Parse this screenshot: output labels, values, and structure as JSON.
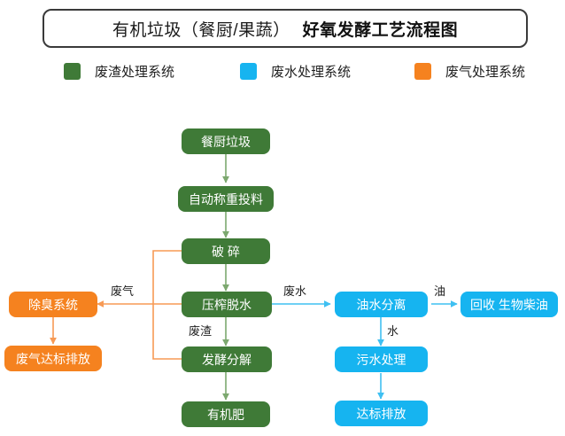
{
  "title": {
    "main": "有机垃圾（餐厨/果蔬）",
    "sub": "好氧发酵工艺流程图"
  },
  "legend": {
    "items": [
      {
        "label": "废渣处理系统",
        "color": "#3F7A37",
        "swatch": "legend-swatch-green"
      },
      {
        "label": "废水处理系统",
        "color": "#16B4F0",
        "swatch": "legend-swatch-cyan"
      },
      {
        "label": "废气处理系统",
        "color": "#F5821F",
        "swatch": "legend-swatch-orange"
      }
    ]
  },
  "colors": {
    "green": "#3F7A37",
    "cyan": "#16B4F0",
    "orange": "#F5821F",
    "title_border": "#3A3A3A",
    "background": "#FFFFFF"
  },
  "nodes": {
    "kitchen_waste": "餐厨垃圾",
    "auto_weigh_feed": "自动称重投料",
    "crush": "破 碎",
    "press_dewater": "压榨脱水",
    "ferment_decompose": "发酵分解",
    "organic_fertilizer": "有机肥",
    "deodorize_system": "除臭系统",
    "exhaust_standard_discharge": "废气达标排放",
    "oil_water_separation": "油水分离",
    "recycle_biodiesel": "回收 生物柴油",
    "sewage_treatment": "污水处理",
    "standard_discharge": "达标排放"
  },
  "edge_labels": {
    "exhaust_gas": "废气",
    "waste_water": "废水",
    "residue": "废渣",
    "oil": "油",
    "water": "水"
  }
}
